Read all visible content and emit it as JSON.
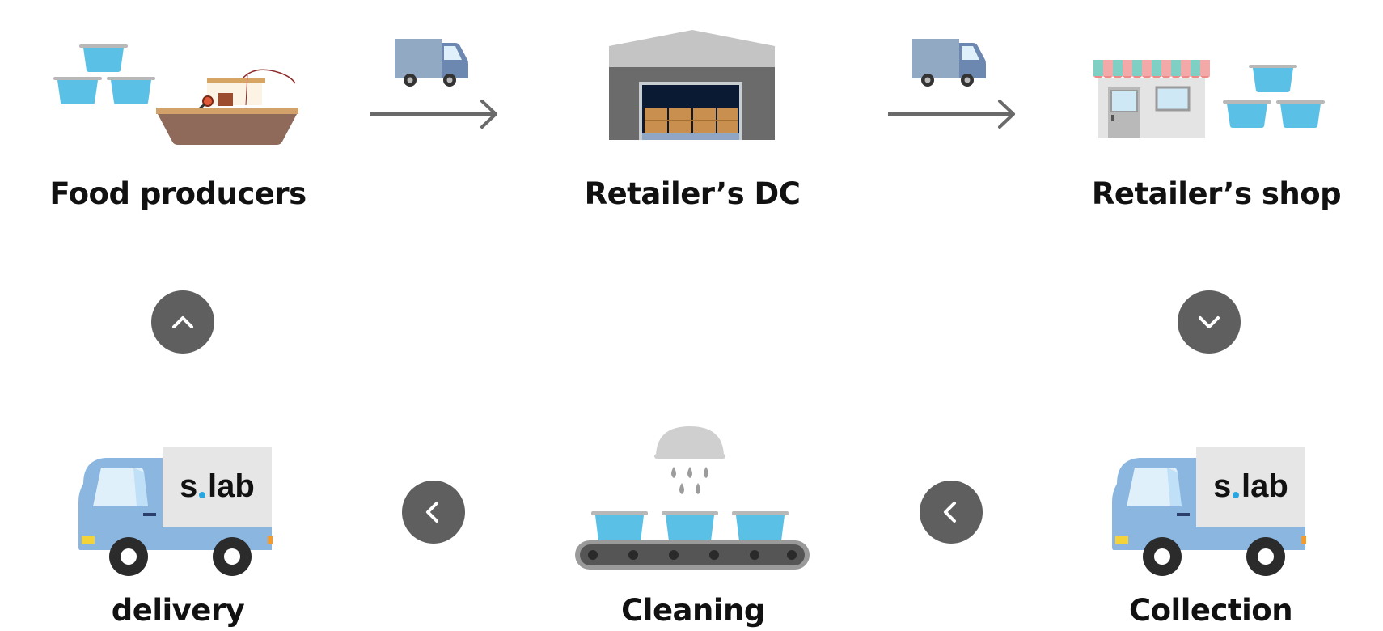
{
  "nodes": {
    "food_producers": {
      "label": "Food producers"
    },
    "retailers_dc": {
      "label": "Retailer’s DC"
    },
    "retailers_shop": {
      "label": "Retailer’s shop"
    },
    "delivery": {
      "label": "delivery"
    },
    "cleaning": {
      "label": "Cleaning"
    },
    "collection": {
      "label": "Collection"
    }
  },
  "truck_brand": {
    "left": "s",
    "right": "lab"
  },
  "colors": {
    "tub": "#5bc0e6",
    "tub_rim": "#b7b7b7",
    "arrow_circle": "#5f5f5f",
    "arrow": "#6a6a6a",
    "small_truck": "#92a9c4",
    "big_truck": "#8bb6e0",
    "warehouse_wall": "#6b6b6b",
    "warehouse_roof": "#c4c4c4",
    "accent_dot": "#2aa6df"
  }
}
